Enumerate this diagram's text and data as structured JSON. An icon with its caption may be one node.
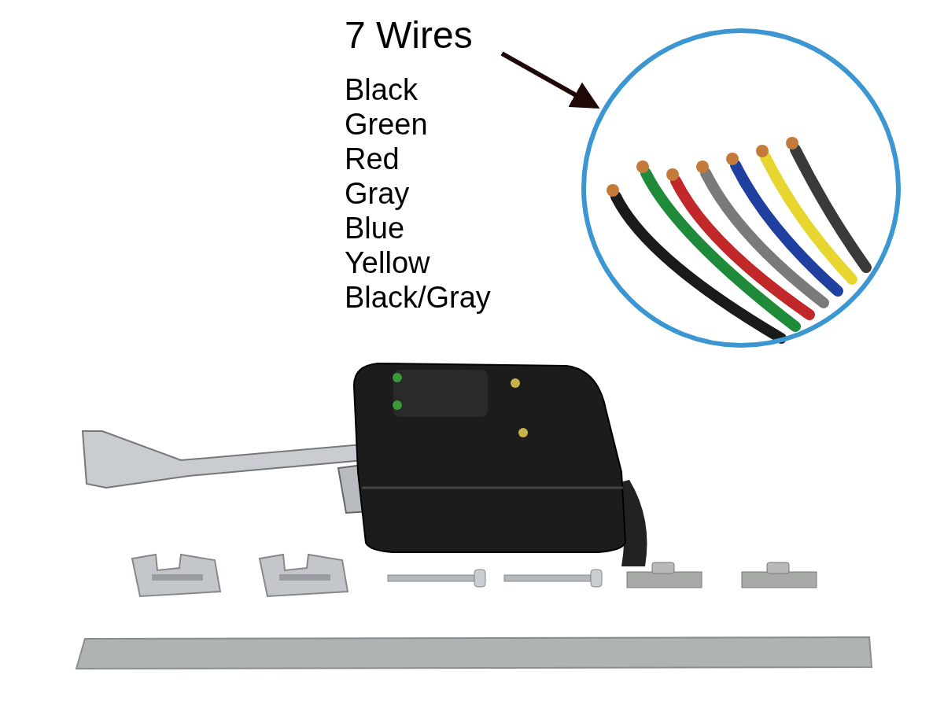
{
  "diagram": {
    "nodes": [
      {
        "text": [
          "7 Wires"
        ]
      },
      {
        "text": [],
        "shape": "circle"
      }
    ],
    "edges": [
      {
        "from": 0,
        "to": 1,
        "arrow": "to"
      }
    ],
    "labels": [
      "Black",
      "Green",
      "Red",
      "Gray",
      "Blue",
      "Yellow",
      "Black/Gray"
    ]
  }
}
